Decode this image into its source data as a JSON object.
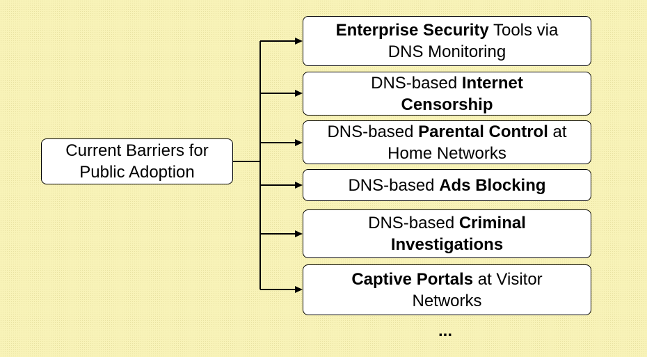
{
  "source": {
    "line1": "Current Barriers for",
    "line2": "Public Adoption"
  },
  "targets": [
    {
      "lines": [
        [
          {
            "t": "Enterprise Security",
            "b": true
          },
          {
            "t": " Tools via",
            "b": false
          }
        ],
        [
          {
            "t": "DNS Monitoring",
            "b": false
          }
        ]
      ]
    },
    {
      "lines": [
        [
          {
            "t": "DNS-based ",
            "b": false
          },
          {
            "t": "Internet",
            "b": true
          }
        ],
        [
          {
            "t": "Censorship",
            "b": true
          }
        ]
      ]
    },
    {
      "lines": [
        [
          {
            "t": "DNS-based ",
            "b": false
          },
          {
            "t": "Parental Control",
            "b": true
          },
          {
            "t": " at",
            "b": false
          }
        ],
        [
          {
            "t": "Home Networks",
            "b": false
          }
        ]
      ]
    },
    {
      "lines": [
        [
          {
            "t": "DNS-based ",
            "b": false
          },
          {
            "t": "Ads Blocking",
            "b": true
          }
        ]
      ]
    },
    {
      "lines": [
        [
          {
            "t": "DNS-based ",
            "b": false
          },
          {
            "t": "Criminal",
            "b": true
          }
        ],
        [
          {
            "t": "Investigations",
            "b": true
          }
        ]
      ]
    },
    {
      "lines": [
        [
          {
            "t": "Captive Portals",
            "b": true
          },
          {
            "t": " at Visitor",
            "b": false
          }
        ],
        [
          {
            "t": "Networks",
            "b": false
          }
        ]
      ]
    }
  ],
  "ellipsis": "...",
  "colors": {
    "background": "#f8f3b8",
    "box_fill": "#ffffff",
    "stroke": "#000000"
  }
}
